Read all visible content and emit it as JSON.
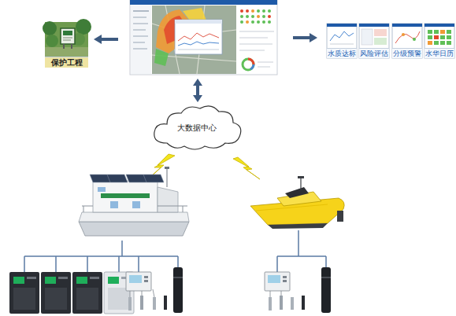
{
  "diagram": {
    "nodes": [
      {
        "text": [
          "保护工程"
        ]
      },
      {
        "text": [
          "水质达标"
        ]
      },
      {
        "text": [
          "风险评估"
        ]
      },
      {
        "text": [
          "分级预警"
        ]
      },
      {
        "text": [
          "水华日历"
        ]
      },
      {
        "text": [
          "大数据中心"
        ]
      }
    ]
  }
}
